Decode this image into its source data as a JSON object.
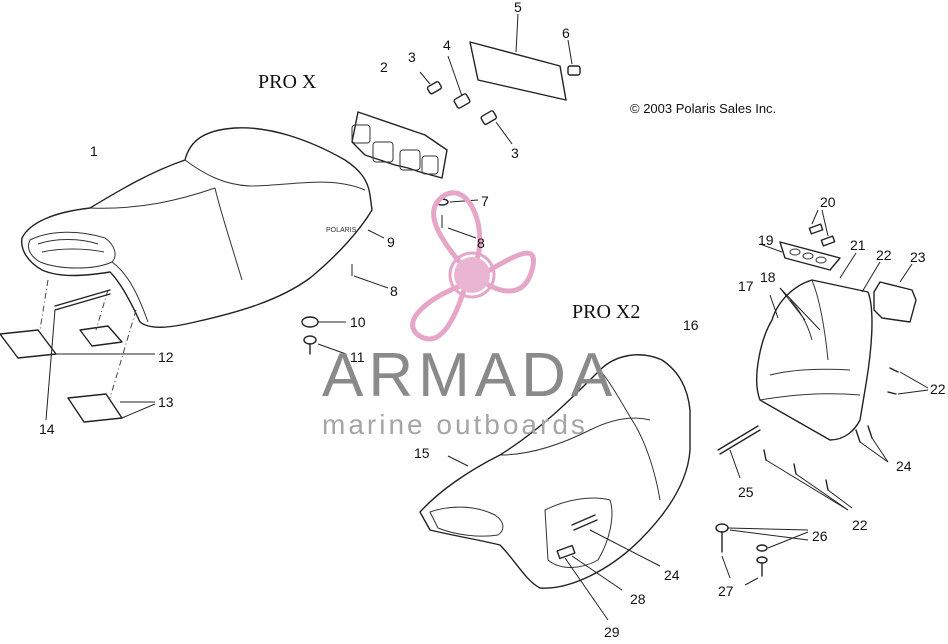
{
  "titles": {
    "pro_x": "PRO X",
    "pro_x2": "PRO X2"
  },
  "copyright": "© 2003 Polaris Sales Inc.",
  "watermark": {
    "brand": "ARMADA",
    "tagline": "marine outboards",
    "logo_color": "#e6a6c8",
    "logo_hub_color": "#eab5d3"
  },
  "callouts": [
    "1",
    "2",
    "3",
    "4",
    "5",
    "6",
    "3",
    "7",
    "8",
    "9",
    "8",
    "10",
    "11",
    "12",
    "13",
    "14",
    "15",
    "16",
    "17",
    "18",
    "19",
    "20",
    "21",
    "22",
    "23",
    "22",
    "24",
    "25",
    "22",
    "26",
    "24",
    "27",
    "28",
    "29"
  ]
}
